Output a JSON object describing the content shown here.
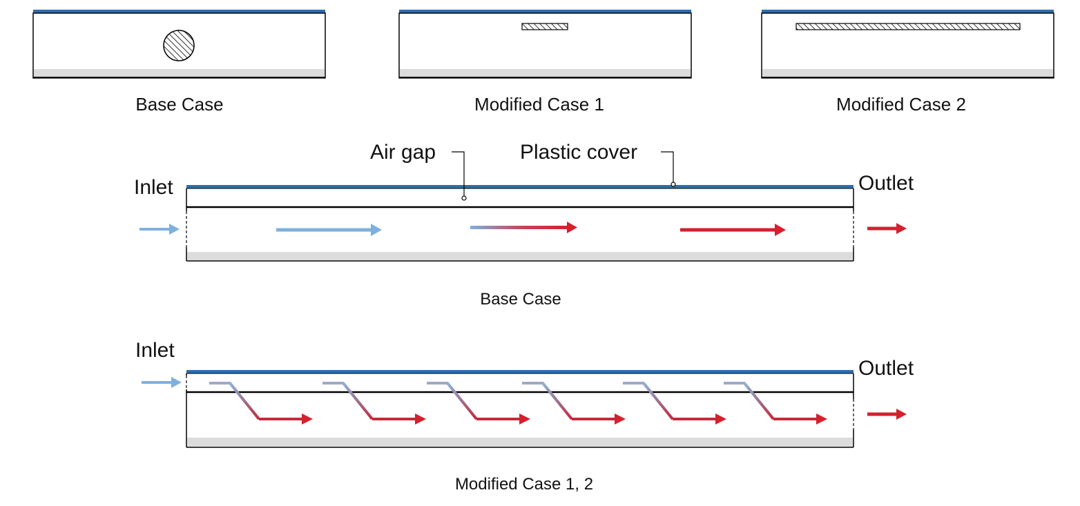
{
  "cross_sections": [
    {
      "caption": "Base Case",
      "insert": "circle"
    },
    {
      "caption": "Modified Case 1",
      "insert": "short-strip"
    },
    {
      "caption": "Modified Case 2",
      "insert": "long-strip"
    }
  ],
  "callouts": {
    "air_gap": "Air gap",
    "plastic_cover": "Plastic cover"
  },
  "base_channel": {
    "inlet": "Inlet",
    "outlet": "Outlet",
    "caption": "Base Case"
  },
  "modified_channel": {
    "inlet": "Inlet",
    "outlet": "Outlet",
    "caption": "Modified Case 1, 2",
    "zigzag_count": 6
  },
  "colors": {
    "cover_blue": "#2e6db0",
    "cold_blue": "#7fb0dd",
    "hot_red": "#d3212d",
    "floor_gray": "#dcdcdc",
    "outline": "#000000"
  }
}
